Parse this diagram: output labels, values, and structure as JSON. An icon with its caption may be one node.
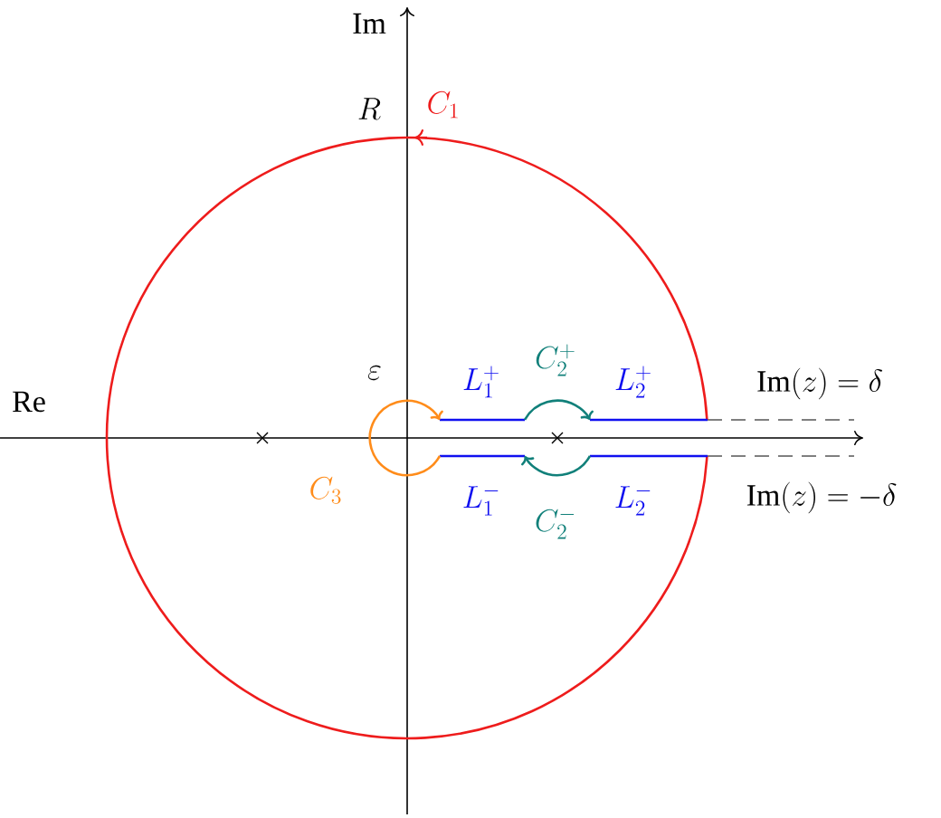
{
  "diagram": {
    "labels": [
      "Im",
      "Re",
      "R",
      "C_1",
      "\\varepsilon",
      "L_1^+",
      "C_2^+",
      "L_2^+",
      "\\mathrm{Im}(z) = \\delta",
      "C_3",
      "L_1^-",
      "C_2^-",
      "L_2^-",
      "\\mathrm{Im}(z) = -\\delta"
    ]
  }
}
